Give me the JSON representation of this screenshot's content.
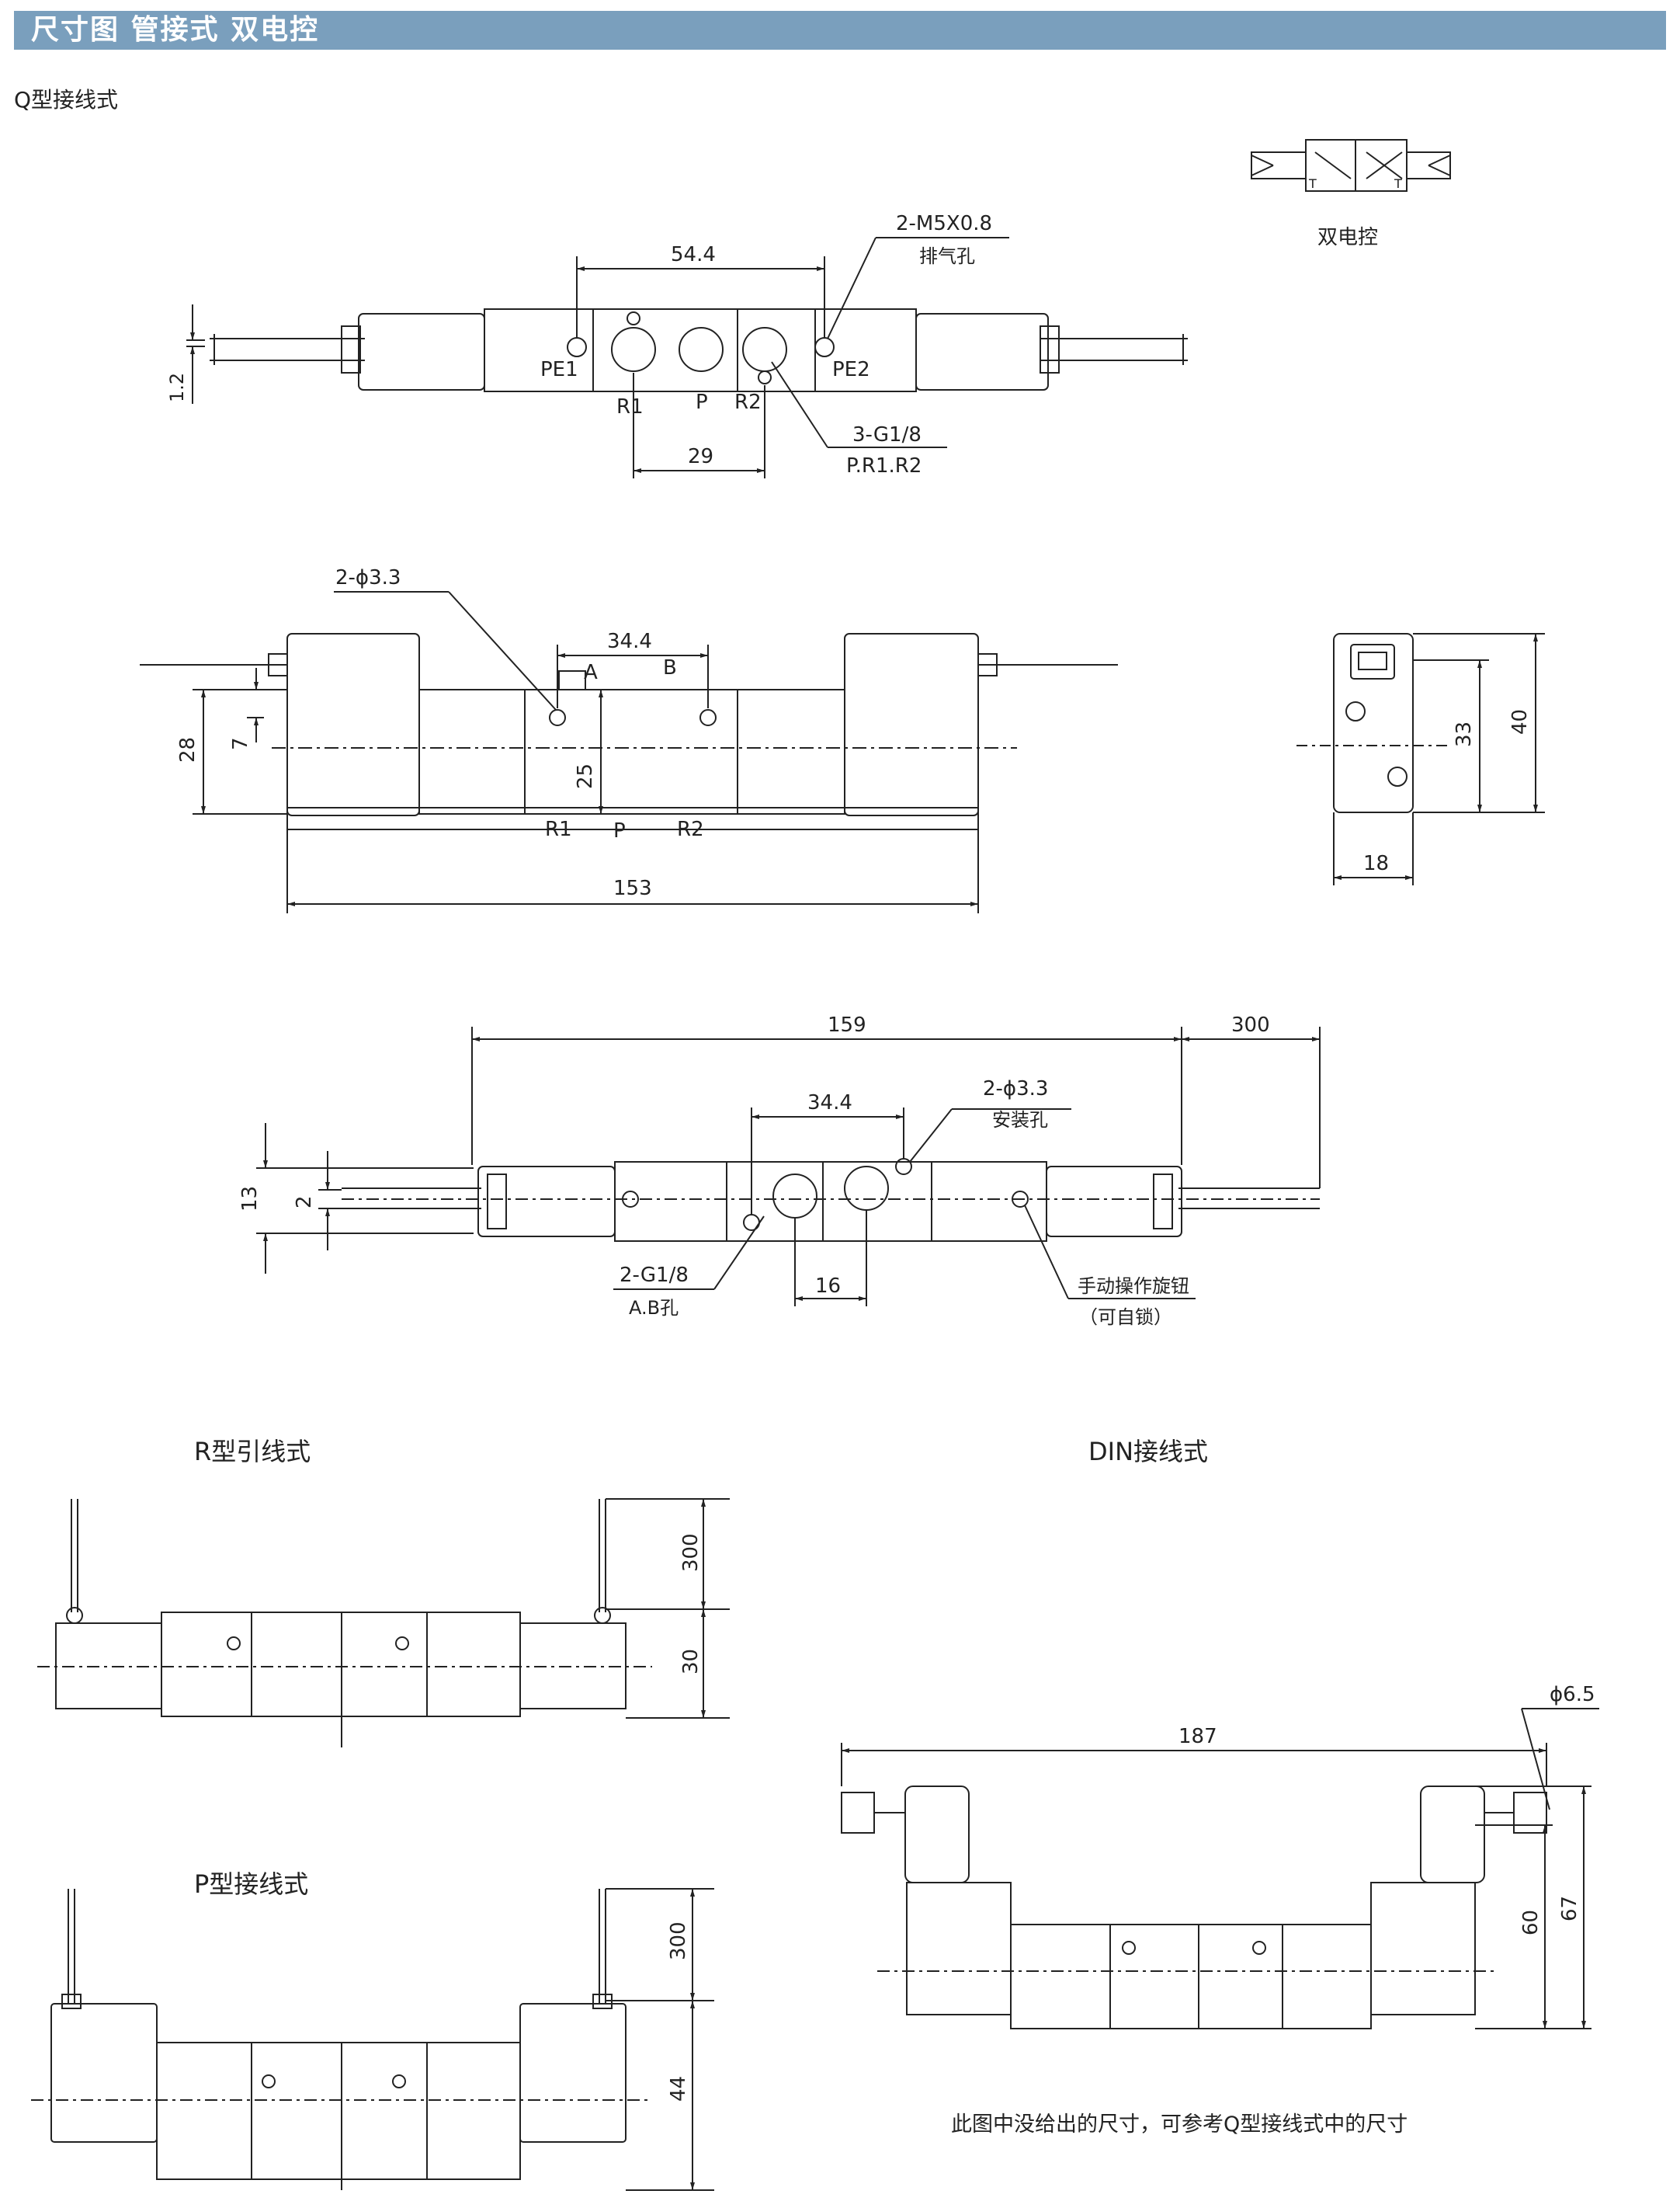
{
  "header": {
    "title": "尺寸图  管接式  双电控"
  },
  "labels": {
    "q_type": "Q型接线式",
    "symbol_caption": "双电控",
    "r_type": "R型引线式",
    "p_type": "P型接线式",
    "din_type": "DIN接线式",
    "footnote": "此图中没给出的尺寸，可参考Q型接线式中的尺寸"
  },
  "top_view": {
    "d_54_4": "54.4",
    "exhaust_spec": "2-M5X0.8",
    "exhaust_name": "排气孔",
    "d_1_2": "1.2",
    "pe1": "PE1",
    "pe2": "PE2",
    "r1": "R1",
    "p": "P",
    "r2": "R2",
    "port_spec": "3-G1/8",
    "port_names": "P.R1.R2",
    "d_29": "29"
  },
  "front_view": {
    "holes": "2-ϕ3.3",
    "d_34_4": "34.4",
    "a": "A",
    "b": "B",
    "d_28": "28",
    "d_7": "7",
    "d_25": "25",
    "r1": "R1",
    "p": "P",
    "r2": "R2",
    "d_153": "153"
  },
  "side_view": {
    "d_33": "33",
    "d_40": "40",
    "d_18": "18"
  },
  "bottom_view": {
    "d_159": "159",
    "d_300": "300",
    "d_34_4": "34.4",
    "mount_spec": "2-ϕ3.3",
    "mount_name": "安装孔",
    "d_13": "13",
    "d_2": "2",
    "ab_spec": "2-G1/8",
    "ab_name": "A.B孔",
    "d_16": "16",
    "manual_name": "手动操作旋钮",
    "manual_note": "（可自锁）"
  },
  "r_view": {
    "d_300": "300",
    "d_30": "30"
  },
  "p_view": {
    "d_300": "300",
    "d_44": "44"
  },
  "din_view": {
    "d_187": "187",
    "d_phi": "ϕ6.5",
    "d_60": "60",
    "d_67": "67"
  },
  "symbol": {
    "t1": "T",
    "t2": "T"
  }
}
